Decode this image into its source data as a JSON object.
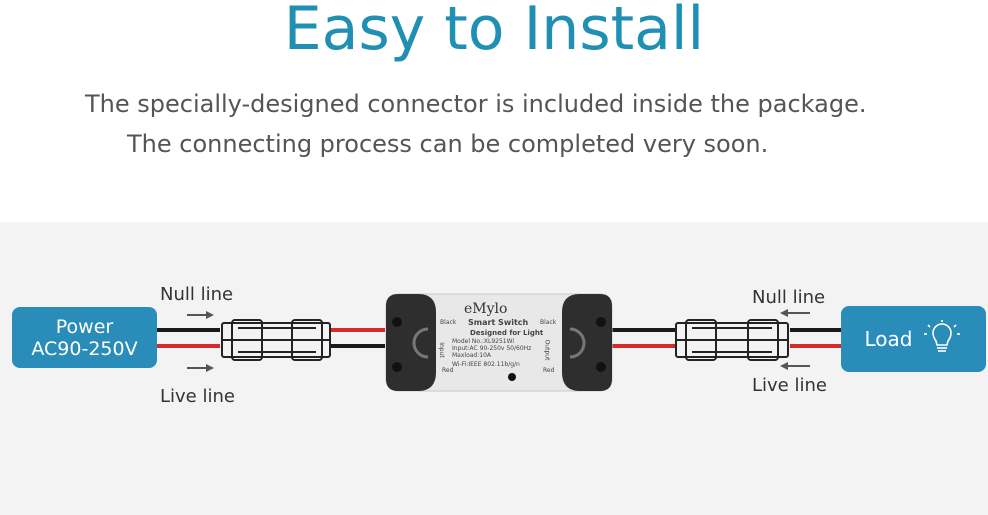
{
  "header": {
    "title": "Easy to Install",
    "line1": "The specially-designed connector is included inside the package.",
    "line2": "The connecting process can be completed very soon."
  },
  "power_box": {
    "label1": "Power",
    "label2": "AC90-250V"
  },
  "load_box": {
    "label": "Load",
    "icon": "lightbulb-icon"
  },
  "left_labels": {
    "null": "Null line",
    "live": "Live line"
  },
  "right_labels": {
    "null": "Null line",
    "live": "Live line"
  },
  "device": {
    "brand": "eMylo",
    "line1": "Smart Switch",
    "line2": "Designed for Light",
    "model": "Model No.:XL9251Wi",
    "input": "Input:AC 90-250v 50/60Hz",
    "maxload": "Maxload:10A",
    "wifi": "Wi-Fi:IEEE 802.11b/g/n",
    "left_port": "Input",
    "right_port": "Output",
    "black": "Black",
    "red": "Red"
  },
  "colors": {
    "accent": "#2a8cb8",
    "title": "#1f8fb3",
    "wire_red": "#d42a2a",
    "wire_black": "#1a1a1a"
  }
}
